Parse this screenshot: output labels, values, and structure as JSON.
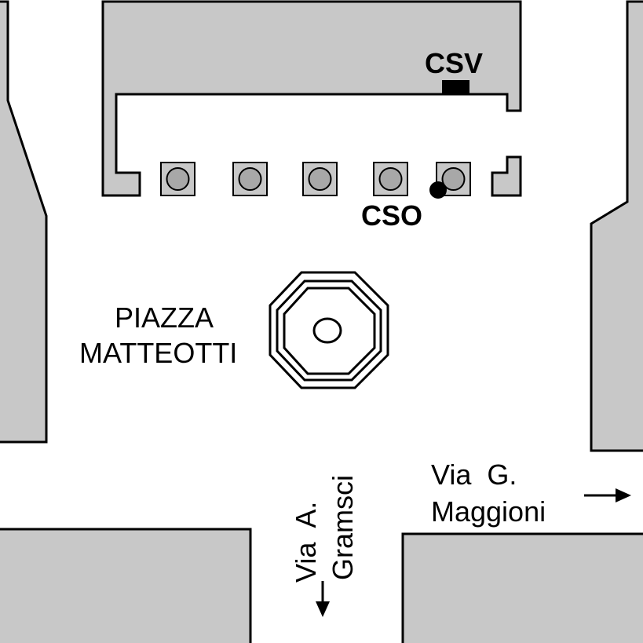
{
  "map": {
    "square": {
      "name_line1": "PIAZZA",
      "name_line2": "MATTEOTTI"
    },
    "stations": {
      "csv": {
        "label": "CSV"
      },
      "cso": {
        "label": "CSO"
      }
    },
    "streets": {
      "gramsci": {
        "line1": "Via  A.",
        "line2": "Gramsci",
        "direction": "down"
      },
      "maggioni": {
        "line1": "Via  G.",
        "line2": "Maggioni",
        "direction": "right"
      }
    },
    "columns_count": 5,
    "colors": {
      "building": "#c8c8c8",
      "column": "#a8a8a8",
      "outline": "#000000",
      "street": "#ffffff"
    }
  }
}
